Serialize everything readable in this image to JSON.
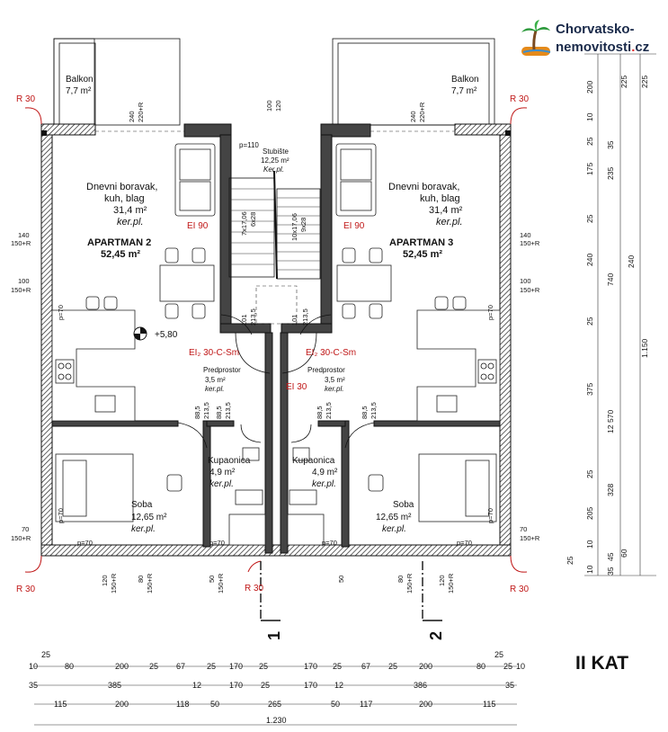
{
  "logo": {
    "line1": "Chorvatsko-",
    "line2_main": "nemovitosti",
    "line2_dot": ".",
    "line2_tld": "cz"
  },
  "floor_label": "II KAT",
  "rooms": {
    "balkon": "Balkon",
    "balkon_area": "7,7 m²",
    "living": [
      "Dnevni boravak,",
      "kuh, blag"
    ],
    "living_area": "31,4 m²",
    "living_floor": "ker.pl.",
    "apt2": "APARTMAN 2",
    "apt3": "APARTMAN 3",
    "apt_area": "52,45 m²",
    "stair_p": "p=110",
    "stair": "Stubište",
    "stair_area": "12,25 m²",
    "stair_floor": "Ker.pl.",
    "hall": "Predprostor",
    "hall_area": "3,5 m²",
    "hall_floor": "ker.pl.",
    "bath": "Kupaonica",
    "bath_area": "4,9 m²",
    "bath_floor": "ker.pl.",
    "room": "Soba",
    "room_area": "12,65 m²",
    "room_floor": "ker.pl."
  },
  "marks": {
    "r30": "R 30",
    "ei90": "EI 90",
    "ei2": "EI₂ 30-C-Sm",
    "ei30": "EI 30",
    "level": "+5,80",
    "section1": "1",
    "section2": "2"
  },
  "stair_dims": {
    "left1": "7x17,06",
    "left2": "6x28",
    "right1": "10x17,06",
    "right2": "9x28",
    "v101": "101",
    "v2135": "213,5"
  },
  "door_dims": {
    "d885": "88,5",
    "d2135": "213,5"
  },
  "window_labels": {
    "p70": "p=70",
    "w140": "140",
    "w150r": "150+R",
    "w100": "100",
    "w70": "70",
    "w240": "240",
    "w220r": "220+R",
    "w120": "120",
    "w80": "80",
    "w50": "50"
  },
  "right_dims": {
    "col1": [
      "200",
      "10",
      "25",
      "175",
      "25",
      "240",
      "25",
      "375",
      "12",
      "25",
      "205",
      "10",
      "25",
      "10"
    ],
    "col2": [
      "225",
      "35",
      "235",
      "240",
      "570",
      "328",
      "45",
      "35"
    ],
    "col3": [
      "740",
      "1.150"
    ],
    "col4": [
      "225",
      "60"
    ]
  },
  "bottom_dims": {
    "row1_edge": [
      "25",
      "25"
    ],
    "row1": [
      "10",
      "80",
      "200",
      "25",
      "67",
      "25",
      "170",
      "25",
      "170",
      "25",
      "67",
      "25",
      "200",
      "80",
      "25",
      "10"
    ],
    "row2": [
      "35",
      "385",
      "12",
      "170",
      "25",
      "170",
      "12",
      "386",
      "35"
    ],
    "row3": [
      "115",
      "200",
      "118",
      "50",
      "265",
      "50",
      "117",
      "200",
      "115"
    ],
    "total": "1.230"
  }
}
